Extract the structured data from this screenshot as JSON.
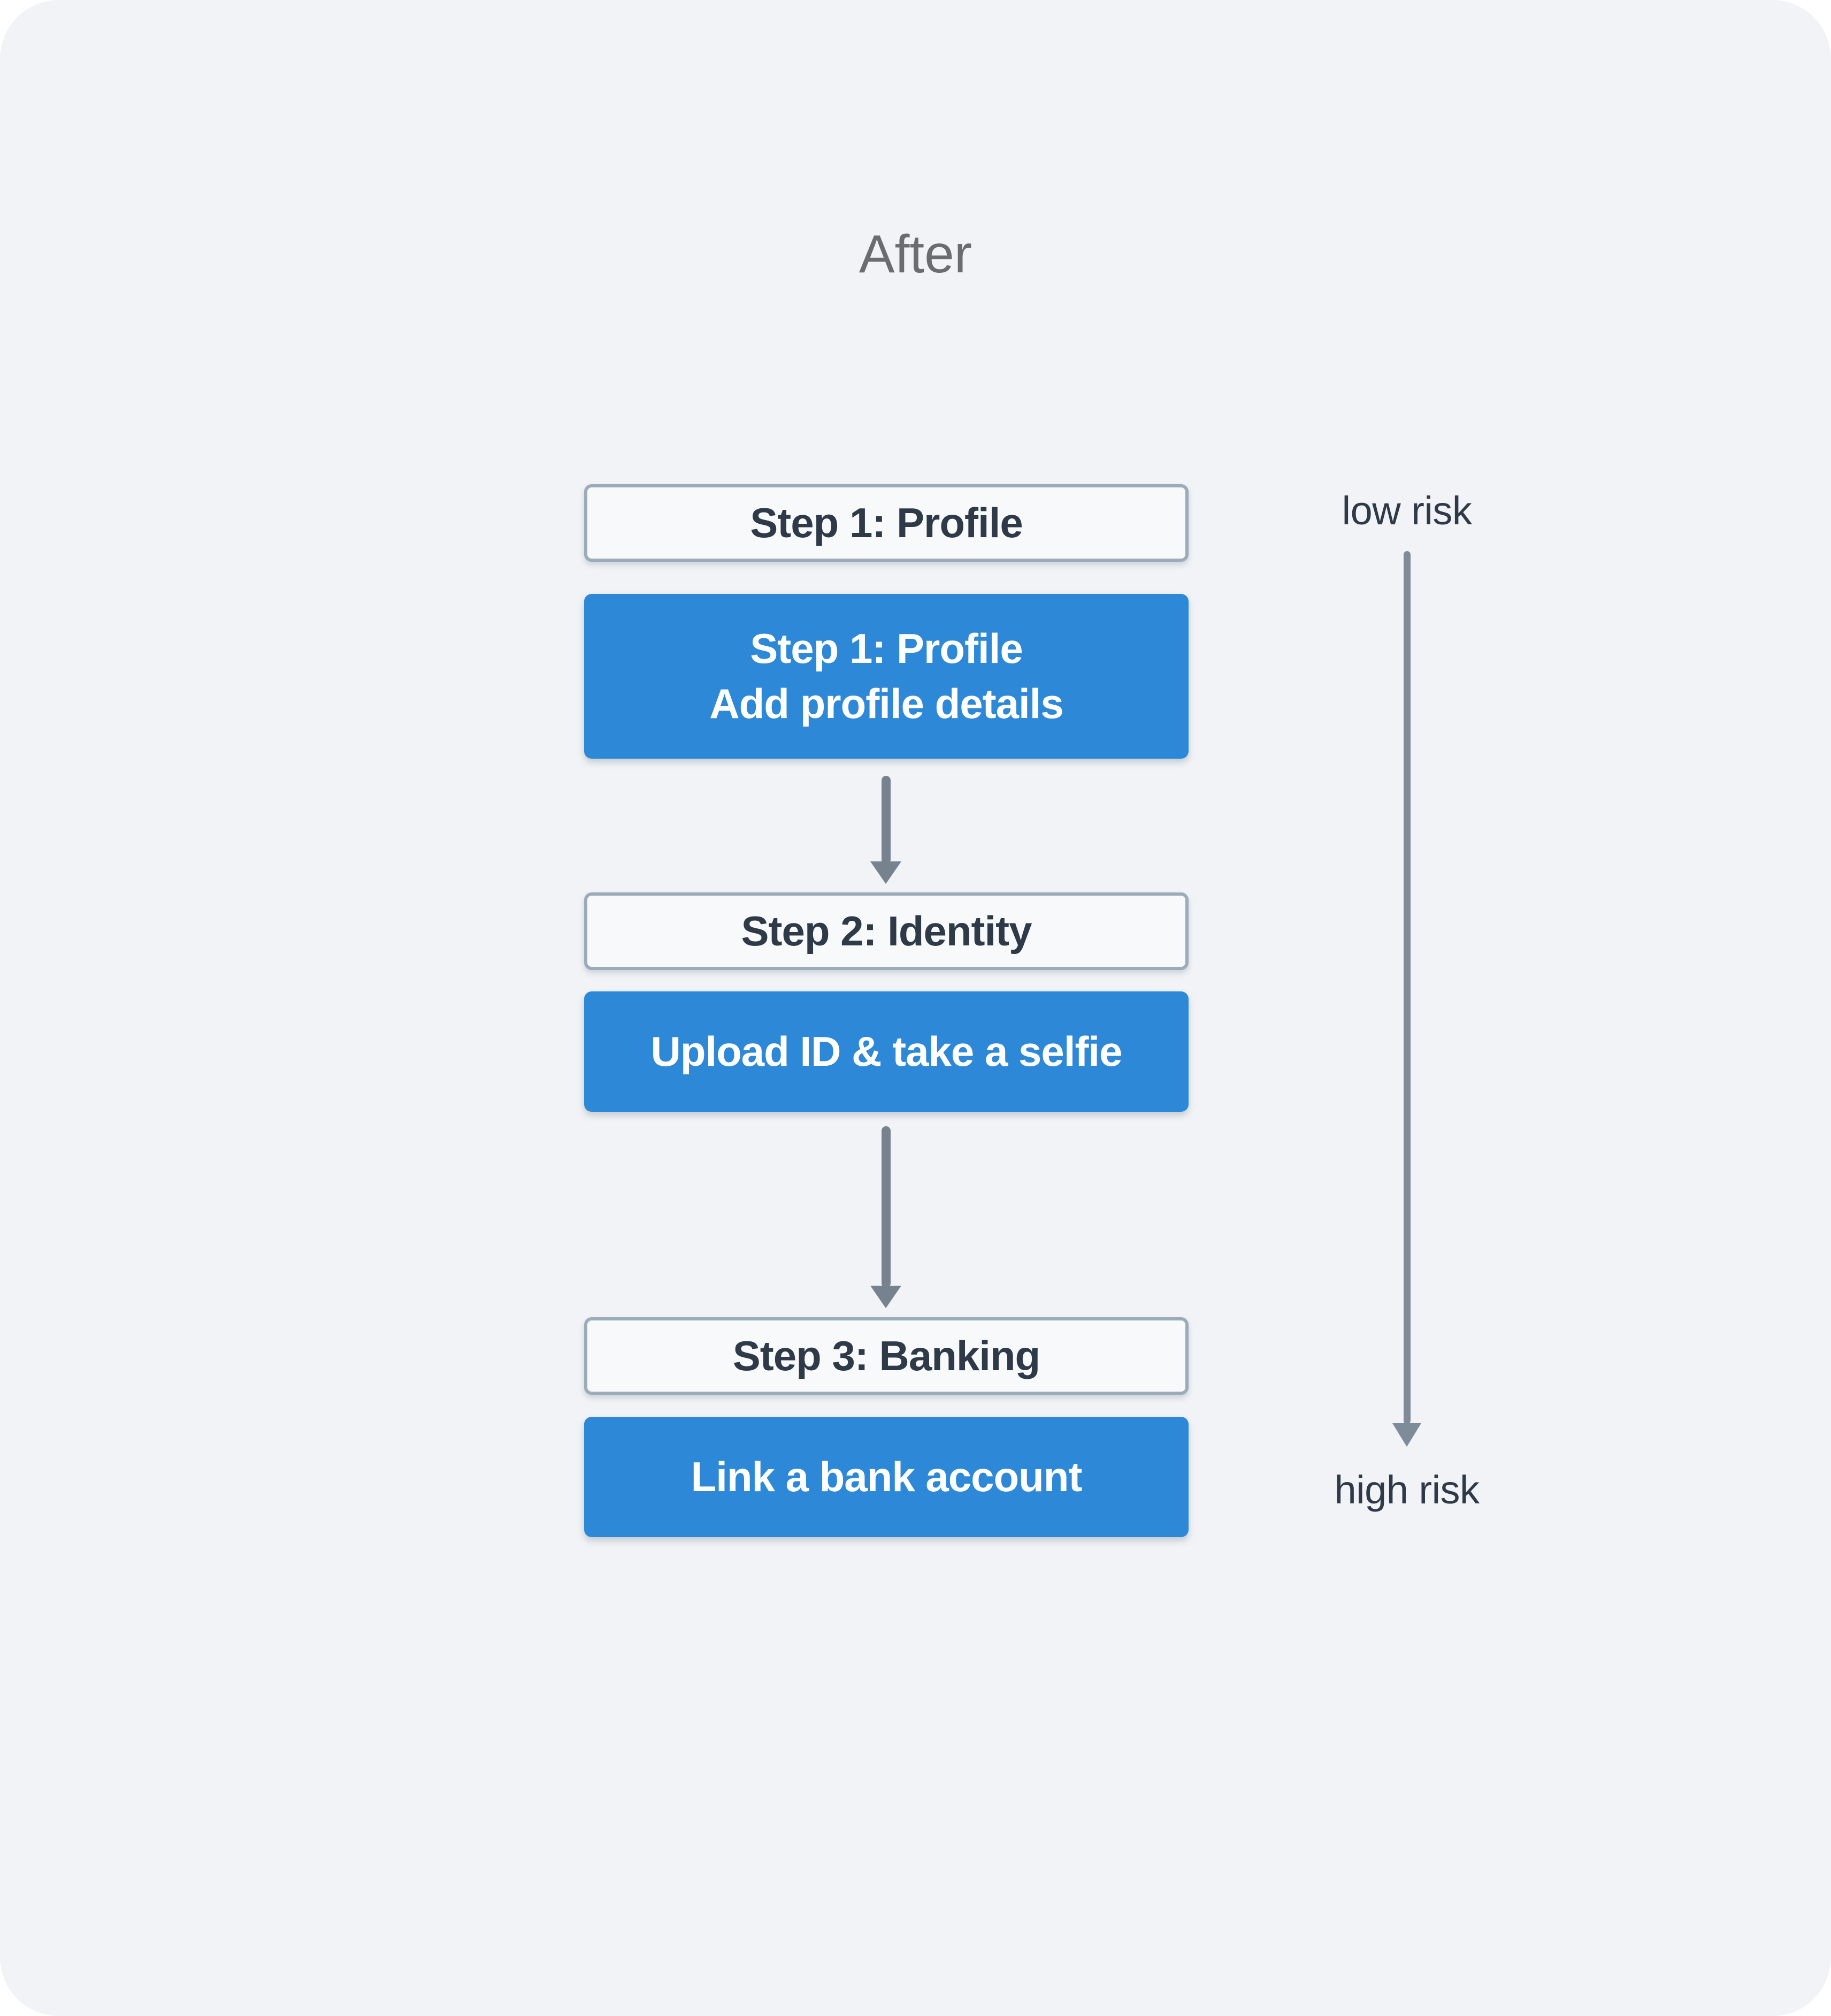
{
  "title": "After",
  "flow": {
    "steps": [
      {
        "header": "Step 1: Profile",
        "lines": [
          "Step 1: Profile",
          "Add profile details"
        ]
      },
      {
        "header": "Step 2: Identity",
        "lines": [
          "Upload ID & take a selfie"
        ]
      },
      {
        "header": "Step 3: Banking",
        "lines": [
          "Link a bank account"
        ]
      }
    ]
  },
  "risk_scale": {
    "top_label": "low risk",
    "bottom_label": "high risk"
  },
  "colors": {
    "card_background": "#f1f3f6",
    "page_background": "#ffffff",
    "step_box_fill": "#f7f9fb",
    "step_box_border": "#9cabb9",
    "blue_box_fill": "#2d89d8",
    "blue_box_text": "#ffffff",
    "dark_text": "#2e3a48",
    "title_text": "#6a6d70",
    "flow_arrow": "#76838f",
    "risk_arrow": "#7e8b98"
  }
}
